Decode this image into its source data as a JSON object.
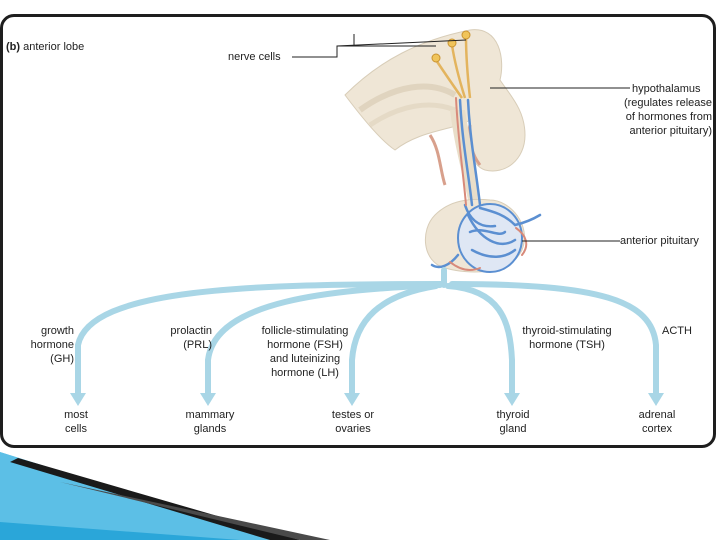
{
  "figure_label": "(b)",
  "figure_title": "anterior lobe",
  "labels": {
    "nerve_cells": "nerve cells",
    "hypothalamus_name": "hypothalamus",
    "hypothalamus_desc": "(regulates release\nof hormones from\nanterior pituitary)",
    "anterior_pituitary": "anterior pituitary"
  },
  "hormones": [
    {
      "name": "growth\nhormone\n(GH)",
      "target": "most\ncells"
    },
    {
      "name": "prolactin\n(PRL)",
      "target": "mammary\nglands"
    },
    {
      "name": "follicle-stimulating\nhormone (FSH)\nand luteinizing\nhormone (LH)",
      "target": "testes or\novaries"
    },
    {
      "name": "thyroid-stimulating\nhormone (TSH)",
      "target": "thyroid\ngland"
    },
    {
      "name": "ACTH",
      "target": "adrenal\ncortex"
    }
  ],
  "colors": {
    "arrow": "#a9d6e6",
    "tissue": "#efe6d6",
    "vessel_blue": "#5b8fd1",
    "vessel_red": "#d88a7a",
    "nerve": "#e3b45e",
    "accent_blue": "#2aa6d9"
  }
}
